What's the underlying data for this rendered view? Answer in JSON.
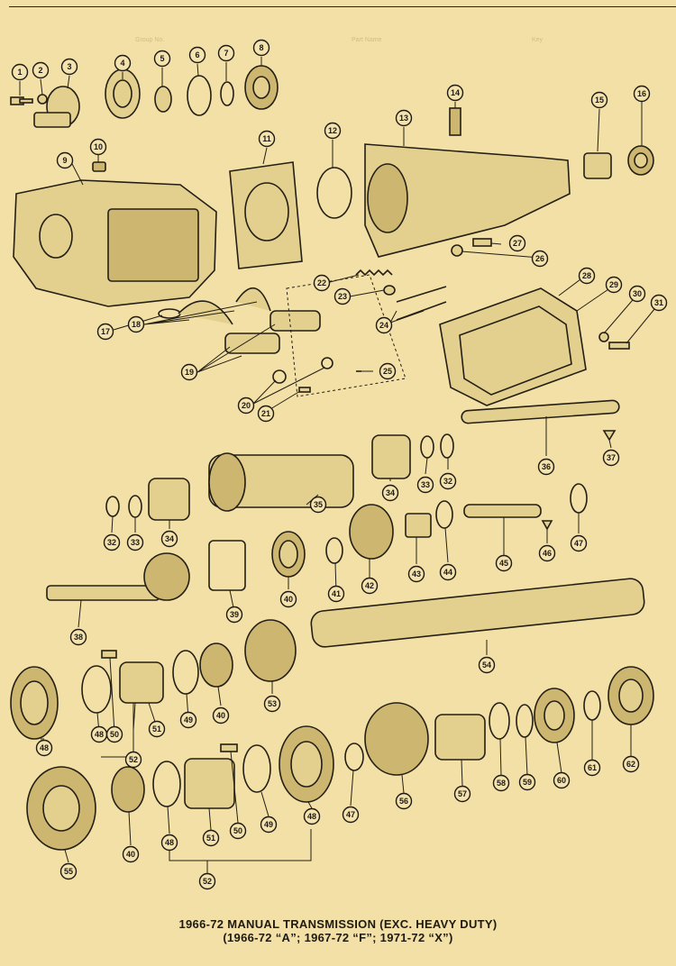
{
  "page": {
    "ghost_headings": [
      "Key",
      "Part Name",
      "Group No."
    ],
    "caption_line1": "1966-72 MANUAL TRANSMISSION (EXC. HEAVY DUTY)",
    "caption_line2": "(1966-72 “A”;  1967-72 “F”;  1971-72 “X”)"
  },
  "callouts": [
    "1",
    "2",
    "3",
    "4",
    "5",
    "6",
    "7",
    "8",
    "9",
    "10",
    "11",
    "12",
    "13",
    "14",
    "15",
    "16",
    "17",
    "18",
    "19",
    "20",
    "21",
    "22",
    "23",
    "24",
    "25",
    "26",
    "27",
    "28",
    "29",
    "30",
    "31",
    "32",
    "33",
    "34",
    "35",
    "36",
    "37",
    "38",
    "39",
    "40",
    "41",
    "42",
    "43",
    "44",
    "45",
    "46",
    "47",
    "48",
    "49",
    "50",
    "51",
    "52",
    "53",
    "54",
    "55",
    "56",
    "57",
    "58",
    "59",
    "60",
    "61",
    "62"
  ],
  "colors": {
    "paper": "#f2e0a6",
    "ink": "#1e1a12",
    "part_fill": "#e3d08f"
  }
}
